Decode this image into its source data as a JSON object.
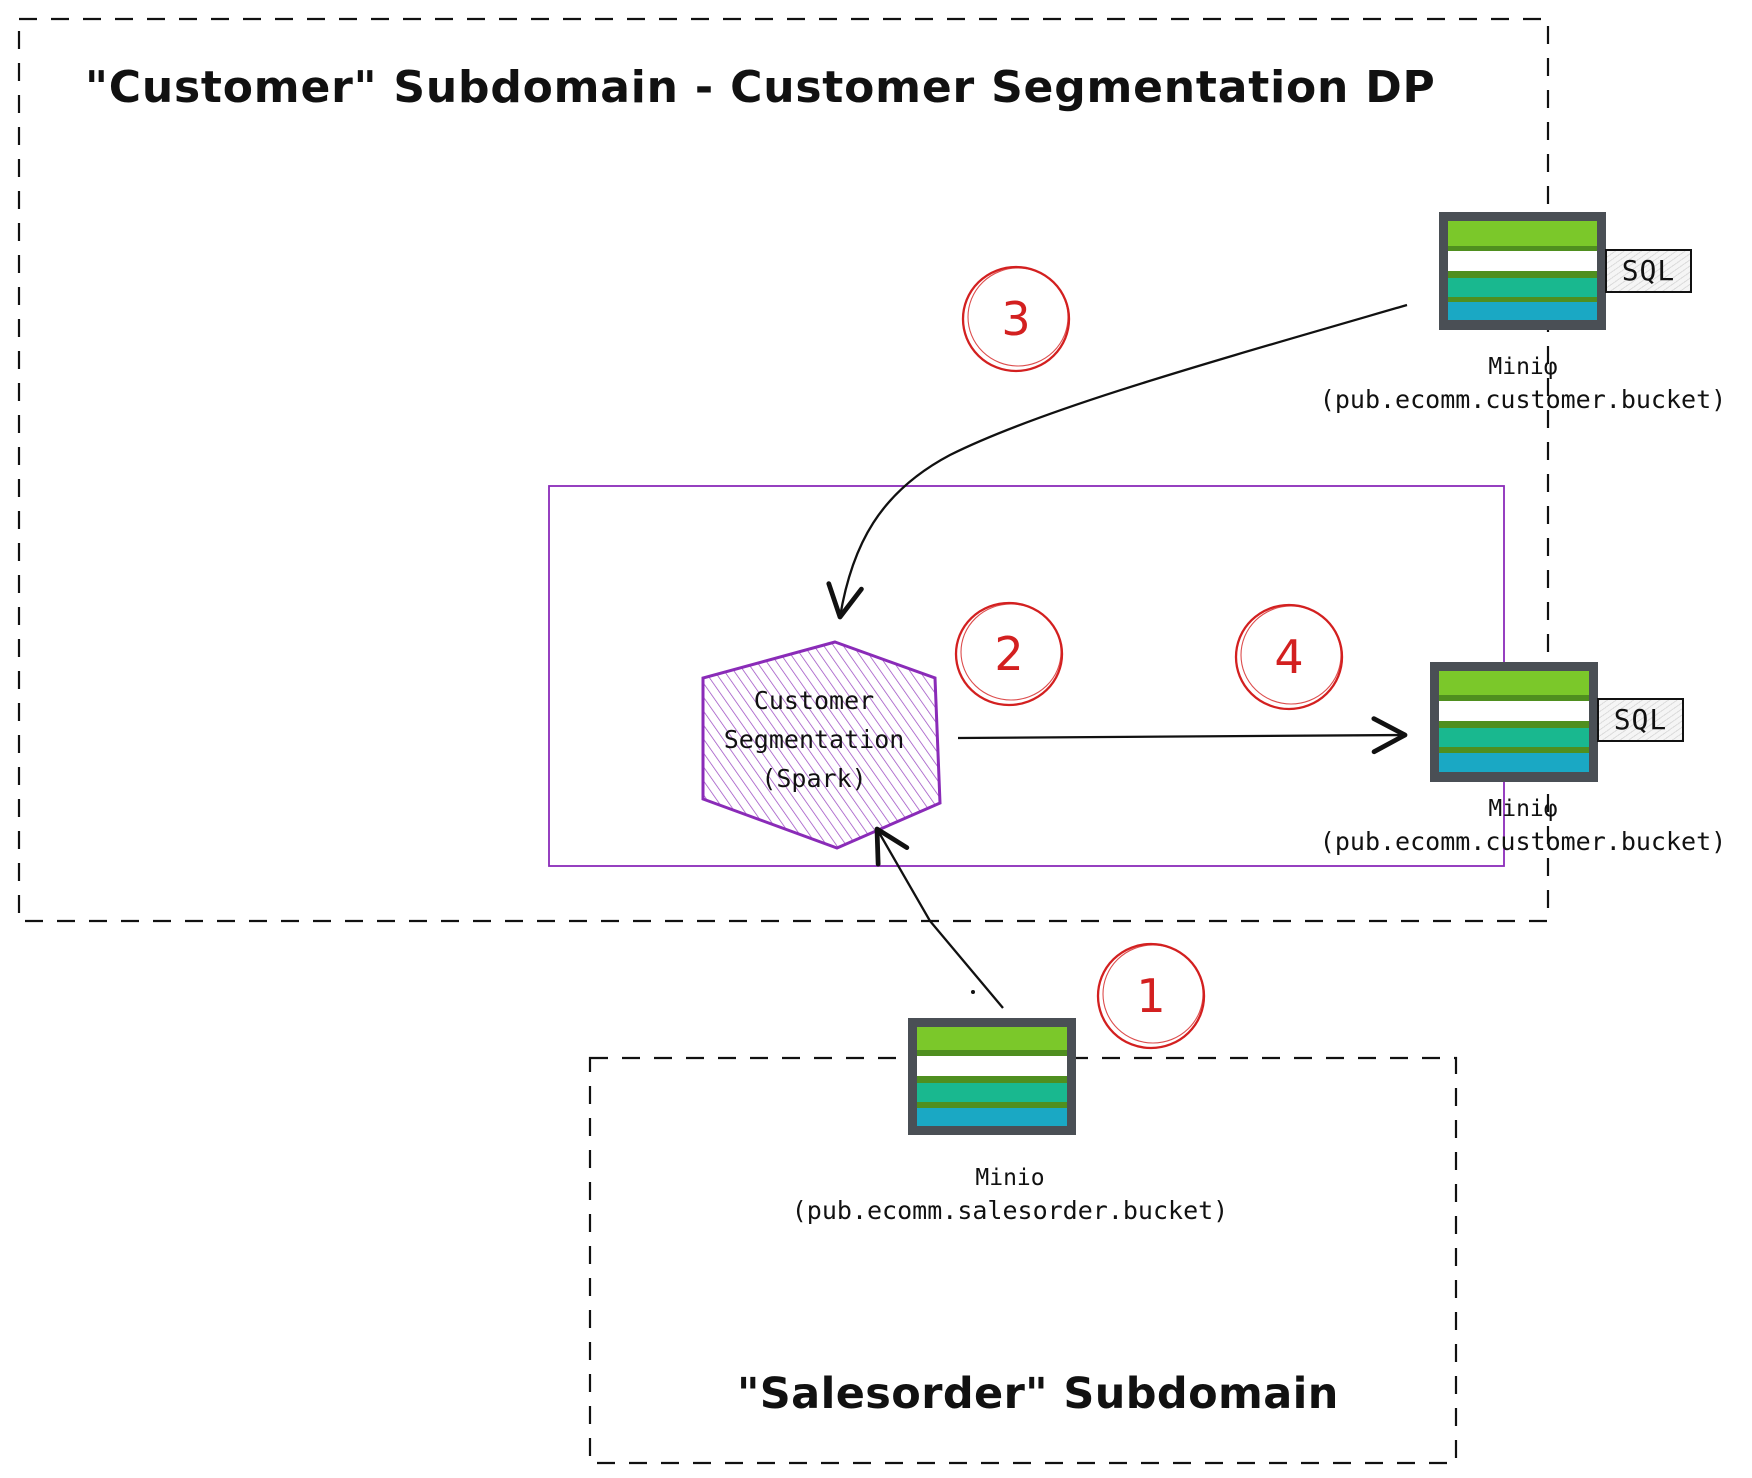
{
  "titles": {
    "customer_domain": "\"Customer\" Subdomain - Customer Segmentation DP",
    "salesorder_domain": "\"Salesorder\" Subdomain"
  },
  "nodes": {
    "customer_bucket_input": {
      "line1": "Miniφ",
      "line2": "(pub.ecomm.customer.bucket)",
      "badge": "SQL"
    },
    "customer_bucket_output": {
      "line1": "Miniφ",
      "line2": "(pub.ecomm.customer.bucket)",
      "badge": "SQL"
    },
    "salesorder_bucket": {
      "line1": "Minio",
      "line2": "(pub.ecomm.salesorder.bucket)"
    },
    "spark_job": {
      "line1": "Customer",
      "line2": "Segmentation",
      "line3": "(Spark)"
    }
  },
  "steps": {
    "one": "1",
    "two": "2",
    "three": "3",
    "four": "4"
  },
  "colors": {
    "accent_red": "#d32020",
    "spark_purple": "#8a2bb8",
    "container_purple": "#8b2bb9",
    "bucket_frame": "#4a4f55",
    "bucket_green": "#7bc82a",
    "bucket_teal": "#19b88f",
    "bucket_blue": "#1aa8c4"
  }
}
